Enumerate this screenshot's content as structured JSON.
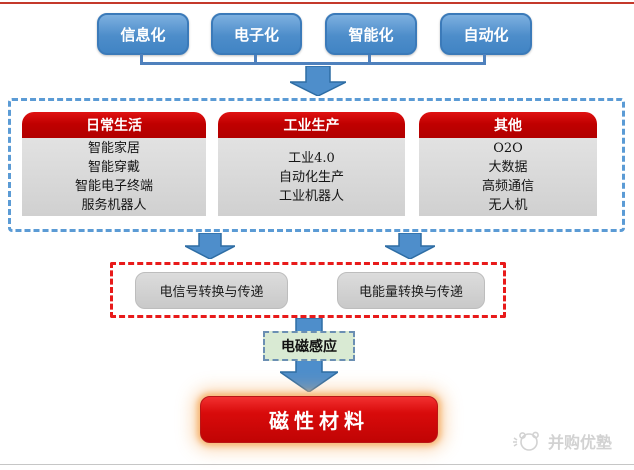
{
  "top_row": {
    "buttons": [
      {
        "label": "信息化"
      },
      {
        "label": "电子化"
      },
      {
        "label": "智能化"
      },
      {
        "label": "自动化"
      }
    ]
  },
  "apps": {
    "columns": [
      {
        "header": "日常生活",
        "items": [
          "智能家居",
          "智能穿戴",
          "智能电子终端",
          "服务机器人"
        ]
      },
      {
        "header": "工业生产",
        "items": [
          "工业4.0",
          "自动化生产",
          "工业机器人"
        ]
      },
      {
        "header": "其他",
        "items": [
          "O2O",
          "大数据",
          "高频通信",
          "无人机"
        ]
      }
    ]
  },
  "conv": {
    "boxes": [
      {
        "label": "电信号转换与传递"
      },
      {
        "label": "电能量转换与传递"
      }
    ]
  },
  "induction": {
    "label": "电磁感应"
  },
  "result": {
    "label": "磁性材料"
  },
  "watermark": {
    "label": "并购优塾",
    "icon": "panda-logo-icon"
  },
  "icons": [
    "down-arrow-icon",
    "panda-logo-icon"
  ],
  "colors": {
    "connector_blue": "#4f81bd",
    "node_blue": "#4a8ac6",
    "dashed_blue": "#5b9bd5",
    "header_red": "#c00000",
    "dashed_red": "#e81a1a",
    "panel_gray": "#d9d9d9",
    "induction_green": "#d9ead3",
    "result_red": "#d40808",
    "glow_orange": "#f6b26b",
    "top_rule_red": "#c4392b"
  }
}
